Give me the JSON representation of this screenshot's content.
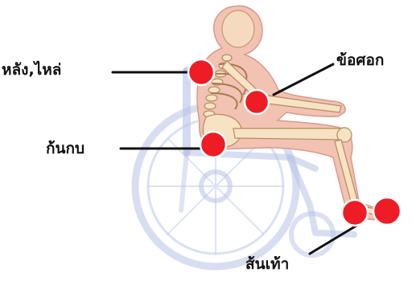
{
  "labels": {
    "back_shoulder": "หลัง,ไหล่",
    "elbow": "ข้อศอก",
    "buttocks": "ก้นกบ",
    "heel": "ส้นเท้า"
  },
  "colors": {
    "pressure_point": "#ee1c24",
    "skin": "#f2c2b3",
    "bone": "#f6e3c4",
    "wheelchair": "#b8c2e6",
    "leader_line": "#111111"
  },
  "icons": {
    "figure": "seated-person-skeleton-illustration",
    "chair": "wheelchair-illustration"
  }
}
